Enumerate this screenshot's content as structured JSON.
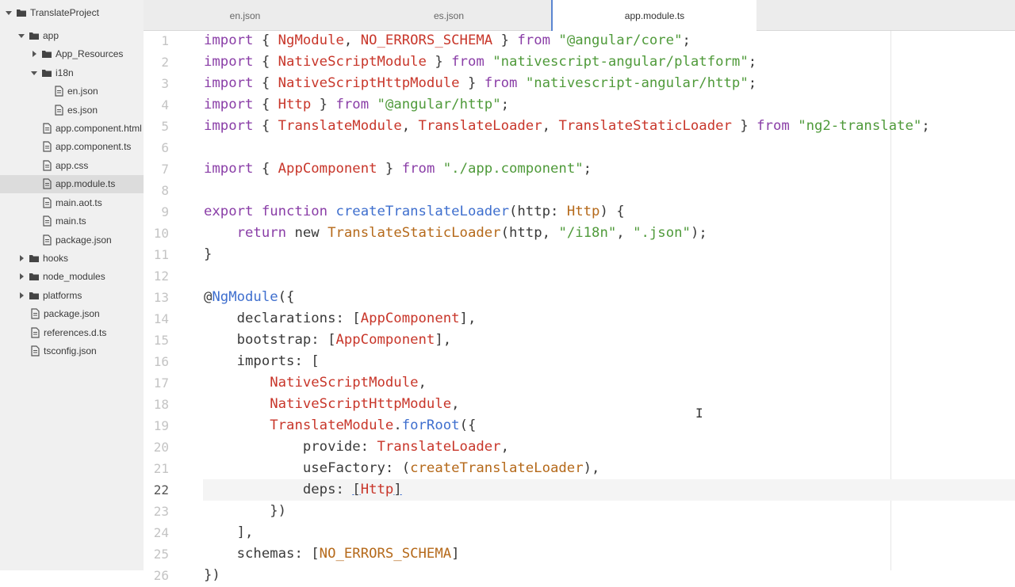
{
  "sidebar": {
    "items": [
      {
        "label": "TranslateProject",
        "depth": 0,
        "arrow": "down",
        "icon": "folder"
      },
      {
        "label": "app",
        "depth": 1,
        "arrow": "down",
        "icon": "folder"
      },
      {
        "label": "App_Resources",
        "depth": 2,
        "arrow": "right",
        "icon": "folder"
      },
      {
        "label": "i18n",
        "depth": 2,
        "arrow": "down",
        "icon": "folder"
      },
      {
        "label": "en.json",
        "depth": 3,
        "arrow": "",
        "icon": "file"
      },
      {
        "label": "es.json",
        "depth": 3,
        "arrow": "",
        "icon": "file"
      },
      {
        "label": "app.component.html",
        "depth": 2,
        "arrow": "",
        "icon": "file"
      },
      {
        "label": "app.component.ts",
        "depth": 2,
        "arrow": "",
        "icon": "file"
      },
      {
        "label": "app.css",
        "depth": 2,
        "arrow": "",
        "icon": "file"
      },
      {
        "label": "app.module.ts",
        "depth": 2,
        "arrow": "",
        "icon": "file",
        "selected": true
      },
      {
        "label": "main.aot.ts",
        "depth": 2,
        "arrow": "",
        "icon": "file"
      },
      {
        "label": "main.ts",
        "depth": 2,
        "arrow": "",
        "icon": "file"
      },
      {
        "label": "package.json",
        "depth": 2,
        "arrow": "",
        "icon": "file"
      },
      {
        "label": "hooks",
        "depth": 1,
        "arrow": "right",
        "icon": "folder"
      },
      {
        "label": "node_modules",
        "depth": 1,
        "arrow": "right",
        "icon": "folder"
      },
      {
        "label": "platforms",
        "depth": 1,
        "arrow": "right",
        "icon": "folder"
      },
      {
        "label": "package.json",
        "depth": 1,
        "arrow": "",
        "icon": "file"
      },
      {
        "label": "references.d.ts",
        "depth": 1,
        "arrow": "",
        "icon": "file"
      },
      {
        "label": "tsconfig.json",
        "depth": 1,
        "arrow": "",
        "icon": "file"
      }
    ]
  },
  "tabs": [
    {
      "label": "en.json",
      "active": false
    },
    {
      "label": "es.json",
      "active": false
    },
    {
      "label": "app.module.ts",
      "active": true
    }
  ],
  "editor": {
    "current_line": 22,
    "lines": [
      {
        "n": "1",
        "tokens": [
          [
            "kw",
            "import"
          ],
          [
            "pl",
            " { "
          ],
          [
            "ty",
            "NgModule"
          ],
          [
            "pl",
            ", "
          ],
          [
            "ty",
            "NO_ERRORS_SCHEMA"
          ],
          [
            "pl",
            " } "
          ],
          [
            "kw",
            "from"
          ],
          [
            "pl",
            " "
          ],
          [
            "st",
            "\"@angular/core\""
          ],
          [
            "pl",
            ";"
          ]
        ]
      },
      {
        "n": "2",
        "tokens": [
          [
            "kw",
            "import"
          ],
          [
            "pl",
            " { "
          ],
          [
            "ty",
            "NativeScriptModule"
          ],
          [
            "pl",
            " } "
          ],
          [
            "kw",
            "from"
          ],
          [
            "pl",
            " "
          ],
          [
            "st",
            "\"nativescript-angular/platform\""
          ],
          [
            "pl",
            ";"
          ]
        ]
      },
      {
        "n": "3",
        "tokens": [
          [
            "kw",
            "import"
          ],
          [
            "pl",
            " { "
          ],
          [
            "ty",
            "NativeScriptHttpModule"
          ],
          [
            "pl",
            " } "
          ],
          [
            "kw",
            "from"
          ],
          [
            "pl",
            " "
          ],
          [
            "st",
            "\"nativescript-angular/http\""
          ],
          [
            "pl",
            ";"
          ]
        ]
      },
      {
        "n": "4",
        "tokens": [
          [
            "kw",
            "import"
          ],
          [
            "pl",
            " { "
          ],
          [
            "ty",
            "Http"
          ],
          [
            "pl",
            " } "
          ],
          [
            "kw",
            "from"
          ],
          [
            "pl",
            " "
          ],
          [
            "st",
            "\"@angular/http\""
          ],
          [
            "pl",
            ";"
          ]
        ]
      },
      {
        "n": "5",
        "tokens": [
          [
            "kw",
            "import"
          ],
          [
            "pl",
            " { "
          ],
          [
            "ty",
            "TranslateModule"
          ],
          [
            "pl",
            ", "
          ],
          [
            "ty",
            "TranslateLoader"
          ],
          [
            "pl",
            ", "
          ],
          [
            "ty",
            "TranslateStaticLoader"
          ],
          [
            "pl",
            " } "
          ],
          [
            "kw",
            "from"
          ],
          [
            "pl",
            " "
          ],
          [
            "st",
            "\"ng2-translate\""
          ],
          [
            "pl",
            ";"
          ]
        ]
      },
      {
        "n": "6",
        "tokens": []
      },
      {
        "n": "7",
        "tokens": [
          [
            "kw",
            "import"
          ],
          [
            "pl",
            " { "
          ],
          [
            "ty",
            "AppComponent"
          ],
          [
            "pl",
            " } "
          ],
          [
            "kw",
            "from"
          ],
          [
            "pl",
            " "
          ],
          [
            "st",
            "\"./app.component\""
          ],
          [
            "pl",
            ";"
          ]
        ]
      },
      {
        "n": "8",
        "tokens": []
      },
      {
        "n": "9",
        "tokens": [
          [
            "kw",
            "export"
          ],
          [
            "pl",
            " "
          ],
          [
            "kw",
            "function"
          ],
          [
            "pl",
            " "
          ],
          [
            "fn",
            "createTranslateLoader"
          ],
          [
            "pl",
            "(http: "
          ],
          [
            "cl",
            "Http"
          ],
          [
            "pl",
            ") {"
          ]
        ]
      },
      {
        "n": "10",
        "tokens": [
          [
            "pl",
            "    "
          ],
          [
            "kw",
            "return"
          ],
          [
            "pl",
            " new "
          ],
          [
            "cl",
            "TranslateStaticLoader"
          ],
          [
            "pl",
            "(http, "
          ],
          [
            "st",
            "\"/i18n\""
          ],
          [
            "pl",
            ", "
          ],
          [
            "st",
            "\".json\""
          ],
          [
            "pl",
            ");"
          ]
        ]
      },
      {
        "n": "11",
        "tokens": [
          [
            "pl",
            "}"
          ]
        ]
      },
      {
        "n": "12",
        "tokens": []
      },
      {
        "n": "13",
        "tokens": [
          [
            "pl",
            "@"
          ],
          [
            "fn",
            "NgModule"
          ],
          [
            "pl",
            "({"
          ]
        ]
      },
      {
        "n": "14",
        "tokens": [
          [
            "pl",
            "    declarations: ["
          ],
          [
            "ty",
            "AppComponent"
          ],
          [
            "pl",
            "],"
          ]
        ]
      },
      {
        "n": "15",
        "tokens": [
          [
            "pl",
            "    bootstrap: ["
          ],
          [
            "ty",
            "AppComponent"
          ],
          [
            "pl",
            "],"
          ]
        ]
      },
      {
        "n": "16",
        "tokens": [
          [
            "pl",
            "    imports: ["
          ]
        ]
      },
      {
        "n": "17",
        "tokens": [
          [
            "pl",
            "        "
          ],
          [
            "ty",
            "NativeScriptModule"
          ],
          [
            "pl",
            ","
          ]
        ]
      },
      {
        "n": "18",
        "tokens": [
          [
            "pl",
            "        "
          ],
          [
            "ty",
            "NativeScriptHttpModule"
          ],
          [
            "pl",
            ","
          ]
        ]
      },
      {
        "n": "19",
        "tokens": [
          [
            "pl",
            "        "
          ],
          [
            "ty",
            "TranslateModule"
          ],
          [
            "pl",
            "."
          ],
          [
            "fn",
            "forRoot"
          ],
          [
            "pl",
            "({"
          ]
        ]
      },
      {
        "n": "20",
        "tokens": [
          [
            "pl",
            "            provide: "
          ],
          [
            "ty",
            "TranslateLoader"
          ],
          [
            "pl",
            ","
          ]
        ]
      },
      {
        "n": "21",
        "tokens": [
          [
            "pl",
            "            useFactory: ("
          ],
          [
            "cl",
            "createTranslateLoader"
          ],
          [
            "pl",
            "),"
          ]
        ]
      },
      {
        "n": "22",
        "tokens": [
          [
            "pl",
            "            deps: "
          ],
          [
            "bm",
            "["
          ],
          [
            "ty",
            "Http"
          ],
          [
            "bm",
            "]"
          ]
        ]
      },
      {
        "n": "23",
        "tokens": [
          [
            "pl",
            "        })"
          ]
        ]
      },
      {
        "n": "24",
        "tokens": [
          [
            "pl",
            "    ],"
          ]
        ]
      },
      {
        "n": "25",
        "tokens": [
          [
            "pl",
            "    schemas: ["
          ],
          [
            "cl",
            "NO_ERRORS_SCHEMA"
          ],
          [
            "pl",
            "]"
          ]
        ]
      },
      {
        "n": "26",
        "tokens": [
          [
            "pl",
            "})"
          ]
        ]
      }
    ]
  },
  "icons": {
    "cursor": "i-beam-cursor-icon",
    "folder": "folder-icon",
    "file": "file-icon",
    "arrow_down": "chevron-down-icon",
    "arrow_right": "chevron-right-icon"
  },
  "colors": {
    "keyword": "#8a3ea7",
    "type": "#c8362a",
    "class": "#b5691a",
    "string": "#4f9a3a",
    "function": "#3f6fce",
    "plain": "#3a3a3a",
    "tab_accent": "#5b86d1"
  }
}
